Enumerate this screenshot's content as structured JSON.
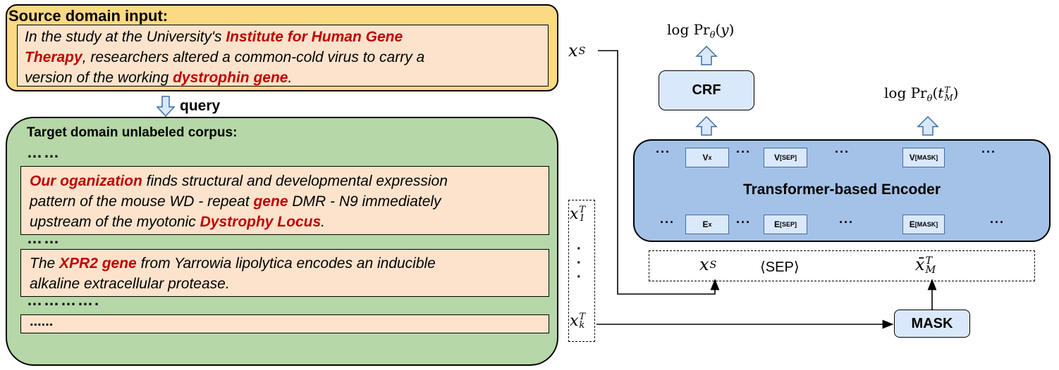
{
  "source": {
    "title": "Source domain input:",
    "lines": [
      [
        {
          "t": "In the study at the University's "
        },
        {
          "t": "Institute for Human Gene",
          "h": true
        }
      ],
      [
        {
          "t": "Therapy",
          "h": true
        },
        {
          "t": ", researchers altered a common-cold virus to carry a"
        }
      ],
      [
        {
          "t": "version of the working "
        },
        {
          "t": "dystrophin gene",
          "h": true
        },
        {
          "t": "."
        }
      ]
    ]
  },
  "query_label": "query",
  "target": {
    "title": "Target domain unlabeled corpus:",
    "dots": [
      "……",
      "……",
      "………….",
      "......"
    ],
    "p1": [
      [
        {
          "t": "Our oganization",
          "h": true
        },
        {
          "t": " finds structural and developmental expression"
        }
      ],
      [
        {
          "t": "pattern of the mouse WD - repeat "
        },
        {
          "t": "gene",
          "h": true
        },
        {
          "t": " DMR - N9 immediately"
        }
      ],
      [
        {
          "t": "upstream of the myotonic "
        },
        {
          "t": "Dystrophy Locus",
          "h": true
        },
        {
          "t": "."
        }
      ]
    ],
    "p2": [
      [
        {
          "t": "The "
        },
        {
          "t": "XPR2 gene",
          "h": true
        },
        {
          "t": " from Yarrowia lipolytica encodes an inducible"
        }
      ],
      [
        {
          "t": "alkaline extracellular protease."
        }
      ]
    ]
  },
  "model": {
    "crf_label": "CRF",
    "encoder_label": "Transformer-based Encoder",
    "mask_label": "MASK",
    "top_tokens": [
      "Vx",
      "V[SEP]",
      "V[MASK]"
    ],
    "bottom_tokens": [
      "Ex",
      "E[SEP]",
      "E[MASK]"
    ],
    "ellipsis": "···",
    "sep_label": "⟨SEP⟩",
    "out_crf": "log Prθ(y)",
    "out_mlm": "log Prθ(t_M^T)",
    "xS": "x^S",
    "x1T": "x_1^T",
    "xkT": "x_k^T",
    "xbarMT": "x̄_M^T"
  },
  "colors": {
    "source_fill": "#fcd983",
    "target_fill": "#b6d7a8",
    "passage_fill": "#fde3cc",
    "highlight": "#c00000",
    "block_fill": "#dae8fc",
    "encoder_fill": "#a4c2e8"
  }
}
